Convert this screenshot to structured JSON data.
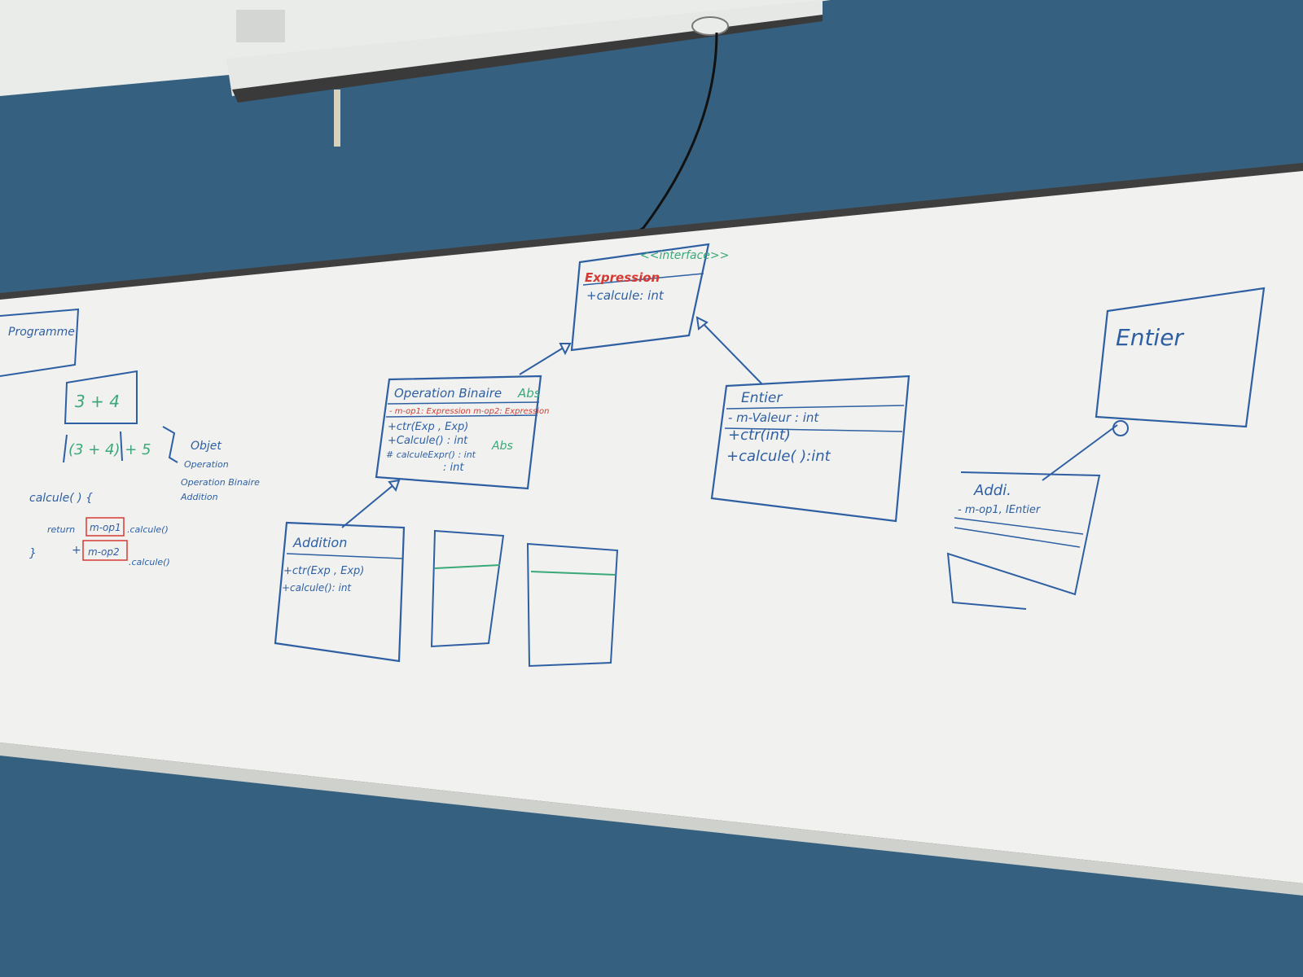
{
  "colors": {
    "wall": "#35607f",
    "board": "#f1f2ef",
    "marker_blue": "#2f5fa3",
    "marker_red": "#d43a33",
    "marker_green": "#3aa878"
  },
  "board": {
    "top_left_label": "Programme",
    "expression_box": {
      "stereotype": "<<interface>>",
      "name": "Expression",
      "method": "+calcule: int"
    },
    "operation_box": {
      "name": "Operation Binaire",
      "abs_tag": "Abs",
      "attr1": "- m-op1: Expression  m-op2: Expression",
      "method1": "+ctr(Exp , Exp)",
      "method2": "+Calcule() : int",
      "method3": "# calculeExpr() : int",
      "abs_tag2": "Abs",
      "method4": ": int"
    },
    "entier_box": {
      "name": "Entier",
      "attr": "- m-Valeur : int",
      "method1": "+ctr(int)",
      "method2": "+calcule( ):int"
    },
    "addition_box": {
      "name": "Addition",
      "method1": "+ctr(Exp , Exp)",
      "method2": "+calcule(): int"
    },
    "entier_right_box": {
      "name": "Entier"
    },
    "addition_right_box": {
      "name": "Addi.",
      "attr": "- m-op1, IEntier"
    },
    "left_notes": {
      "expr1": "3 + 4",
      "expr2": "(3 + 4) + 5",
      "list": [
        "Objet",
        "Operation",
        "Operation Binaire",
        "Addition"
      ],
      "code_fn": "calcule( ) {",
      "code_return": "return",
      "code_op1": "m-op1",
      "code_call1": ".calcule()",
      "code_plus": "+",
      "code_op2": "m-op2",
      "code_call2": ".calcule()",
      "code_close": "}"
    }
  }
}
